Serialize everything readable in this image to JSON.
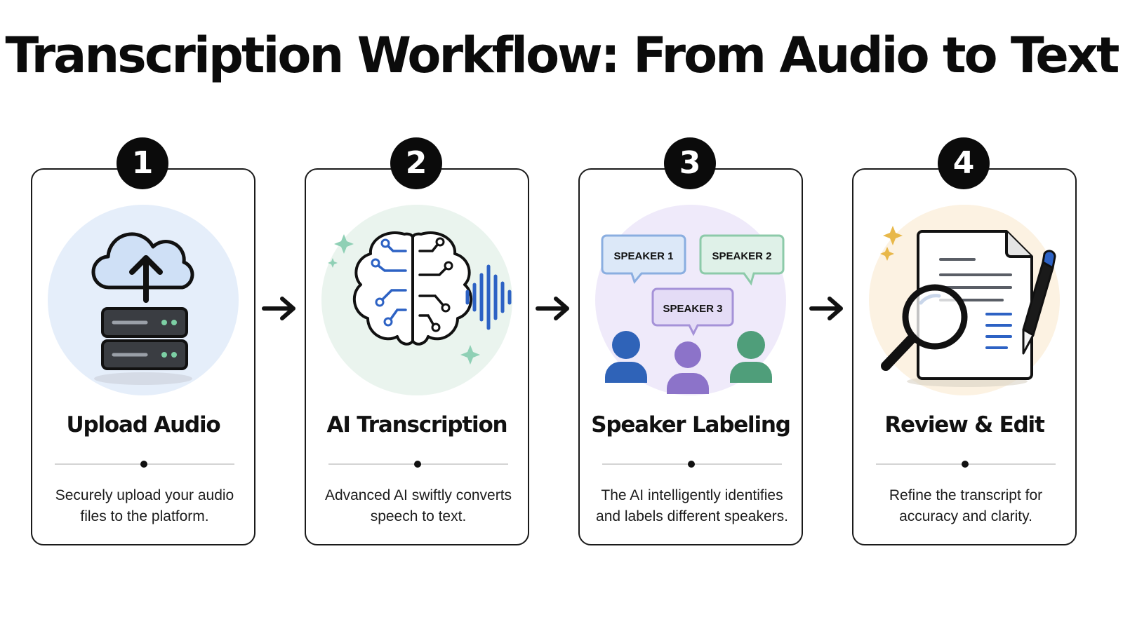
{
  "title": "Transcription Workflow: From Audio to Text",
  "steps": [
    {
      "number": "1",
      "title": "Upload Audio",
      "description": "Securely upload your audio files to the platform."
    },
    {
      "number": "2",
      "title": "AI Transcription",
      "description": "Advanced AI swiftly converts speech to text."
    },
    {
      "number": "3",
      "title": "Speaker Labeling",
      "description": "The AI intelligently identifies and labels different speakers.",
      "speaker_labels": [
        "SPEAKER 1",
        "SPEAKER 2",
        "SPEAKER 3"
      ]
    },
    {
      "number": "4",
      "title": "Review & Edit",
      "description": "Refine the transcript for accuracy and clarity."
    }
  ],
  "icons": [
    "cloud-upload-icon",
    "server-icon",
    "brain-circuit-icon",
    "sound-wave-icon",
    "speech-bubble-icon",
    "person-icon",
    "document-icon",
    "magnifier-icon",
    "pen-icon",
    "sparkle-icon",
    "arrow-right-icon"
  ],
  "colors": {
    "ink": "#111111",
    "speaker_1": "#2f63b8",
    "speaker_2": "#4f9e7a",
    "speaker_3": "#8c73c9",
    "step1_bg": "#e5eefa",
    "step2_bg": "#eaf4ee",
    "step3_bg": "#efeafa",
    "step4_bg": "#fcf2e2",
    "accent_blue": "#2d62c4",
    "sparkle_gold": "#e8b84a"
  }
}
